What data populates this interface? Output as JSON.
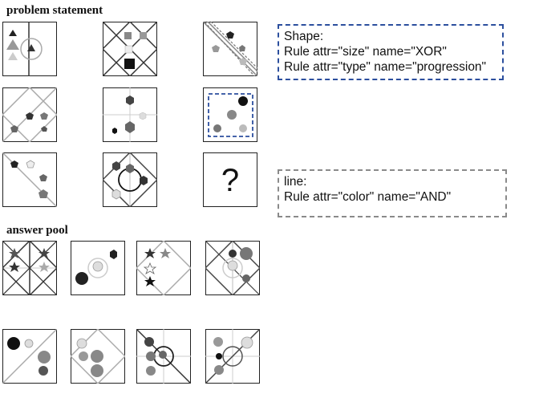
{
  "headings": {
    "problem": "problem statement",
    "answer": "answer pool"
  },
  "question_mark": "?",
  "rule_boxes": {
    "shape": {
      "title": "Shape:",
      "rules": [
        "Rule attr=\"size\" name=\"XOR\"",
        "Rule attr=\"type\" name=\"progression\""
      ]
    },
    "line": {
      "title": "line:",
      "rules": [
        "Rule attr=\"color\" name=\"AND\""
      ]
    }
  },
  "colors": {
    "highlight_blue": "#2c4f9e",
    "highlight_gray": "#8a8a8a",
    "panel_border": "#222222"
  }
}
